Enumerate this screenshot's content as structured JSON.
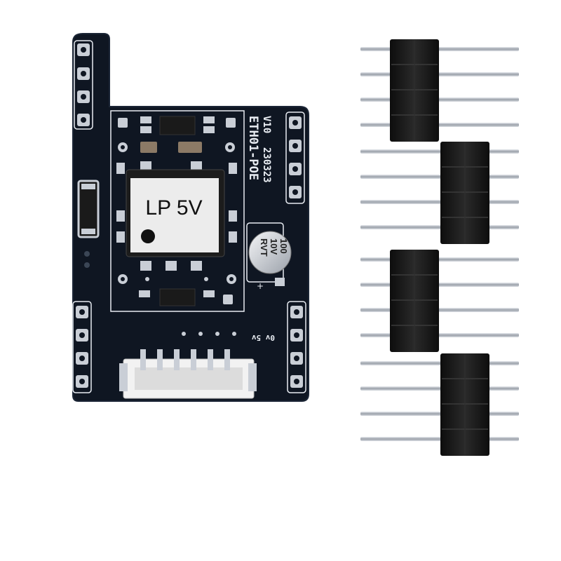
{
  "colors": {
    "background": "#ffffff",
    "pcb": "#0f1622",
    "pcb_edge": "#1b2535",
    "silkscreen": "#e8ecf2",
    "pad_silver": "#c9ced6",
    "module_label": "#ececec",
    "header_plastic": "#151515",
    "pin_metal": "#b9bec6"
  },
  "board": {
    "silk_model": "ETH01-POE",
    "silk_version": "V10",
    "silk_date": "230323",
    "silk_pins": "0v 5v"
  },
  "module": {
    "label": "LP 5V"
  },
  "capacitor": {
    "line1": "100",
    "line2": "10V",
    "line3": "RVT"
  },
  "headers": {
    "count": 4,
    "pins_per_header": 4
  },
  "icons": {
    "dot": "module-orientation-dot",
    "polarity": "capacitor-polarity-mark"
  }
}
